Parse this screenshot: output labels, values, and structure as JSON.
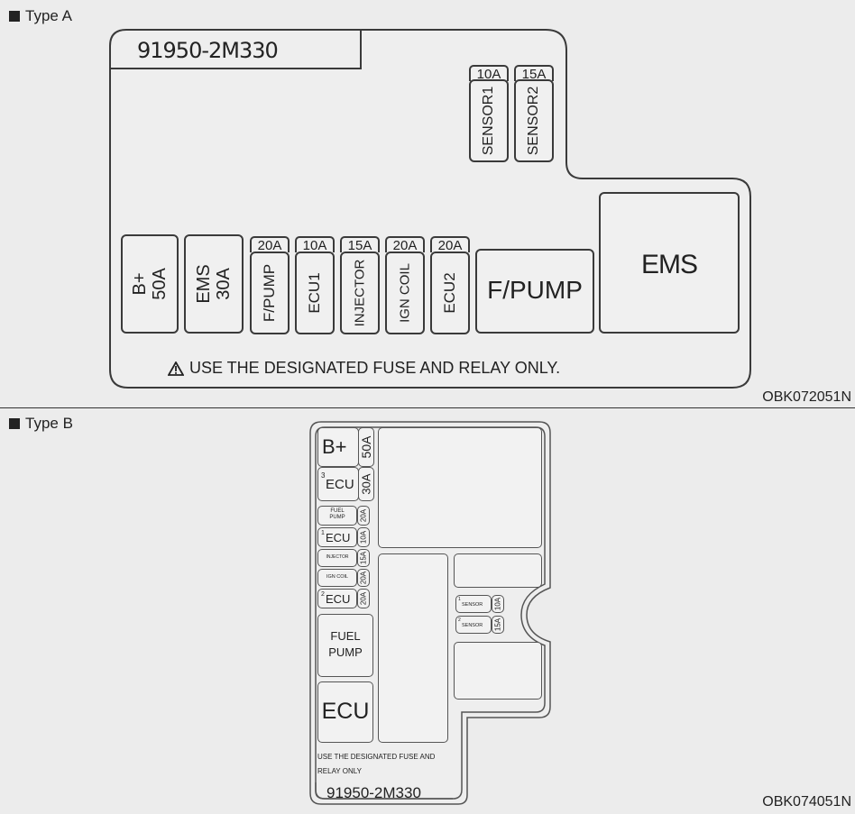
{
  "type_a": {
    "label": "Type A",
    "part_number": "91950-2M330",
    "warning": "USE THE DESIGNATED FUSE AND RELAY ONLY.",
    "figure_code": "OBK072051N",
    "top_fuses": [
      {
        "amp": "10A",
        "name": "SENSOR1"
      },
      {
        "amp": "15A",
        "name": "SENSOR2"
      }
    ],
    "big_fuses": [
      {
        "name": "B+",
        "amp": "50A"
      },
      {
        "name": "EMS",
        "amp": "30A"
      }
    ],
    "mini_fuses": [
      {
        "amp": "20A",
        "name": "F/PUMP"
      },
      {
        "amp": "10A",
        "name": "ECU1"
      },
      {
        "amp": "15A",
        "name": "INJECTOR"
      },
      {
        "amp": "20A",
        "name": "IGN COIL"
      },
      {
        "amp": "20A",
        "name": "ECU2"
      }
    ],
    "relays": [
      {
        "name": "F/PUMP"
      },
      {
        "name": "EMS"
      }
    ]
  },
  "type_b": {
    "label": "Type B",
    "part_number": "91950-2M330",
    "warning_line1": "USE THE DESIGNATED FUSE AND",
    "warning_line2": "RELAY ONLY",
    "figure_code": "OBK074051N",
    "fuses": [
      {
        "sup": "",
        "name": "B+",
        "amp": "50A"
      },
      {
        "sup": "3",
        "name": "ECU",
        "amp": "30A"
      },
      {
        "sup": "",
        "name": "FUEL PUMP",
        "amp": "20A"
      },
      {
        "sup": "1",
        "name": "ECU",
        "amp": "10A"
      },
      {
        "sup": "",
        "name": "INJECTOR",
        "amp": "15A"
      },
      {
        "sup": "",
        "name": "IGN COIL",
        "amp": "20A"
      },
      {
        "sup": "2",
        "name": "ECU",
        "amp": "20A"
      }
    ],
    "sensors": [
      {
        "sup": "1",
        "name": "SENSOR",
        "amp": "10A"
      },
      {
        "sup": "2",
        "name": "SENSOR",
        "amp": "15A"
      }
    ],
    "relays": [
      {
        "line1": "FUEL",
        "line2": "PUMP"
      },
      {
        "name": "ECU"
      }
    ]
  }
}
